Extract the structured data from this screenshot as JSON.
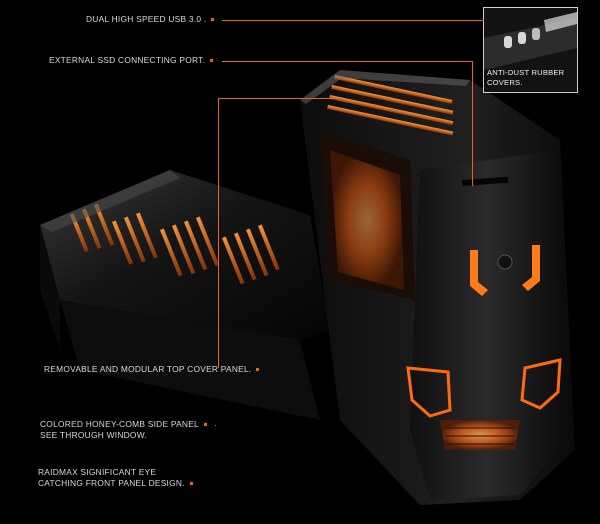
{
  "callouts": {
    "usb": "DUAL HIGH SPEED USB 3.0 .",
    "ssd": "EXTERNAL SSD CONNECTING PORT.",
    "top_cover": "REMOVABLE AND MODULAR TOP COVER PANEL.",
    "side_panel_line1": "COLORED HONEY-COMB SIDE PANEL",
    "side_panel_line2": "SEE THROUGH WINDOW.",
    "front_panel_line1": "RAIDMAX SIGNIFICANT EYE",
    "front_panel_line2": "CATCHING FRONT PANEL DESIGN."
  },
  "inset": {
    "label": "ANTI-DUST RUBBER COVERS."
  },
  "colors": {
    "accent": "#e8641c",
    "glow": "#ff7a1a",
    "background": "#000000",
    "text": "#d9d9d9"
  }
}
